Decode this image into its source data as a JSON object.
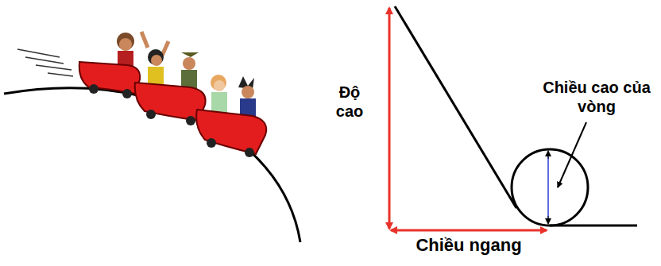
{
  "diagram": {
    "labels": [
      "Độ cao",
      "Chiều cao của vòng",
      "Chiều ngang"
    ]
  }
}
